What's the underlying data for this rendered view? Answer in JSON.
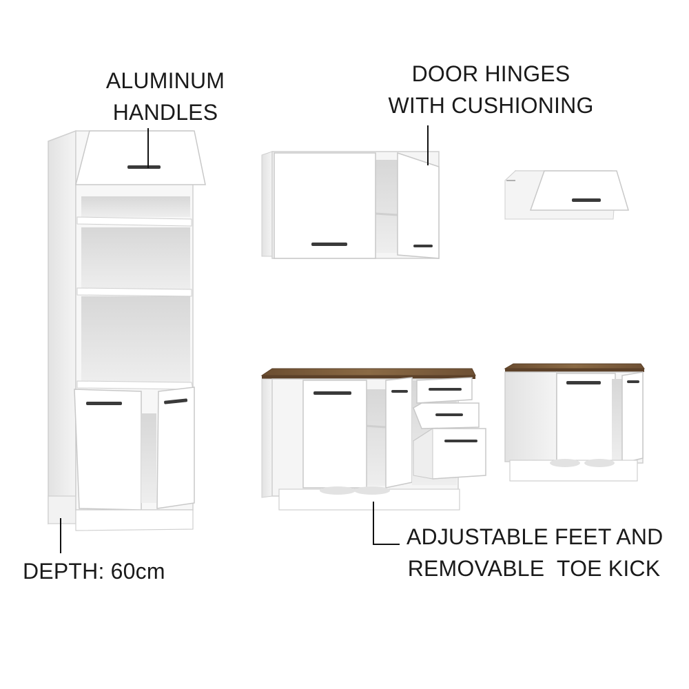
{
  "labels": {
    "aluminum_handles": [
      "ALUMINUM",
      "HANDLES"
    ],
    "door_hinges": [
      "DOOR HINGES",
      "WITH CUSHIONING"
    ],
    "adjustable_feet": [
      "ADJUSTABLE FEET AND",
      "REMOVABLE  TOE KICK"
    ],
    "depth": "DEPTH: 60cm"
  },
  "colors": {
    "cabinet_white": "#ffffff",
    "cabinet_edge": "#c9c9c9",
    "cabinet_shadow": "#e6e6e6",
    "countertop_wood": "#7a5a3a",
    "handle": "#3a3a3a",
    "leader_line": "#111111"
  }
}
